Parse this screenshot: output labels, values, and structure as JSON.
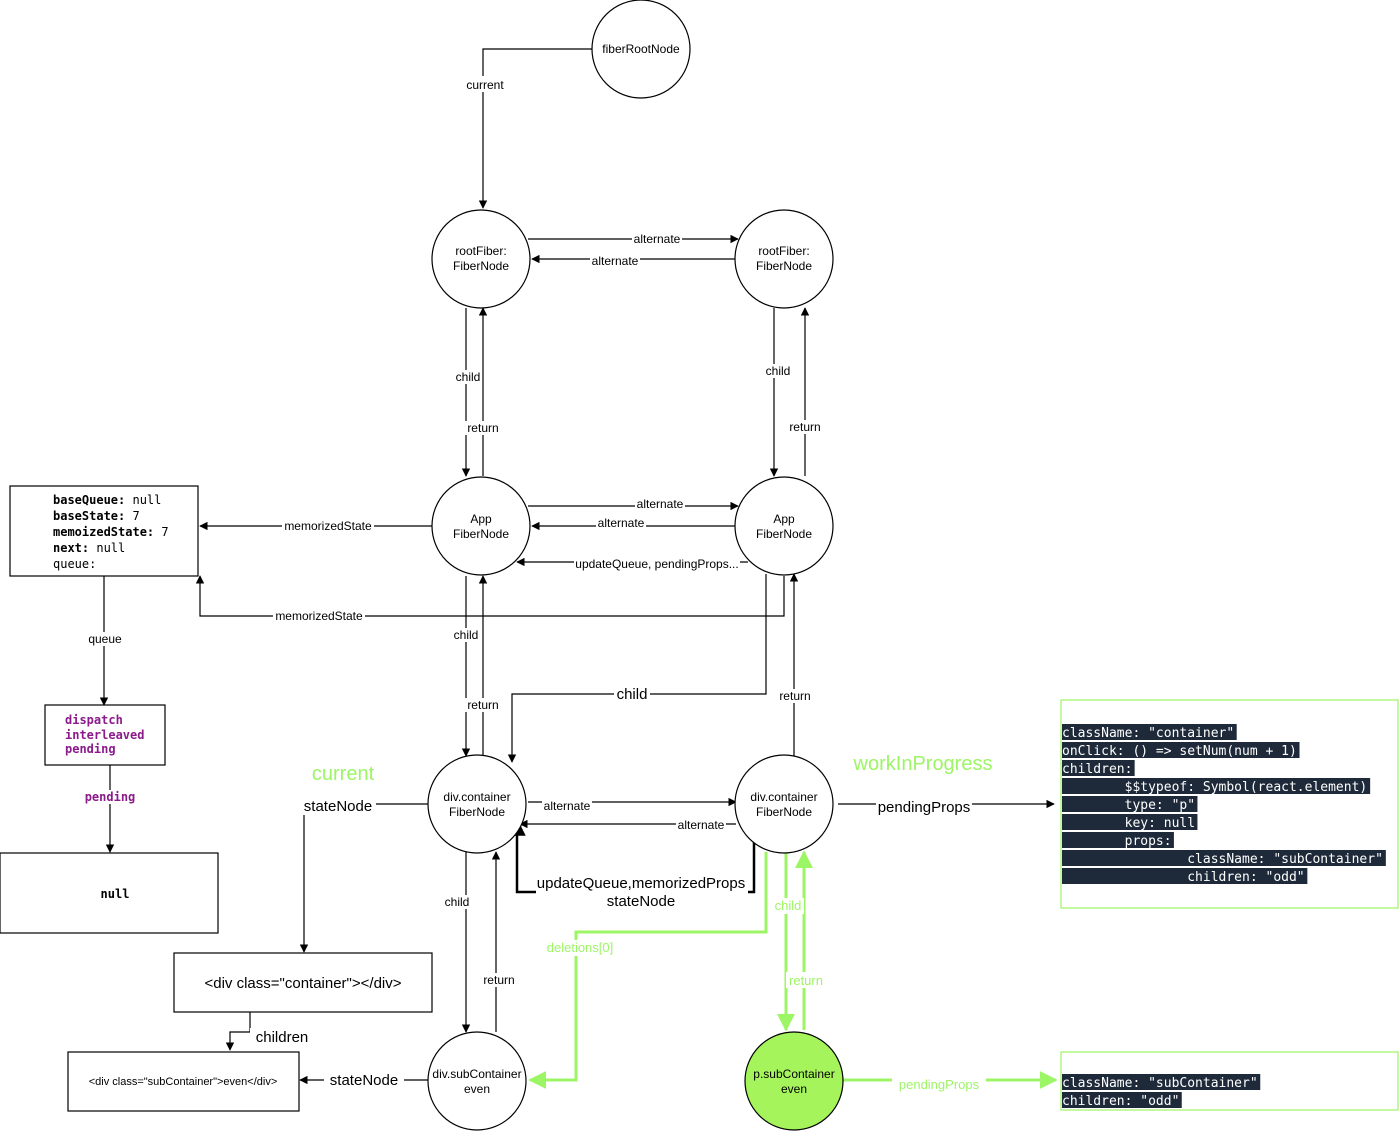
{
  "nodes": {
    "fiber_root": "fiberRootNode",
    "root_current_l1": "rootFiber:",
    "root_current_l2": "FiberNode",
    "root_wip_l1": "rootFiber:",
    "root_wip_l2": "FiberNode",
    "app_current_l1": "App",
    "app_current_l2": "FiberNode",
    "app_wip_l1": "App",
    "app_wip_l2": "FiberNode",
    "div_current_l1": "div.container",
    "div_current_l2": "FiberNode",
    "div_wip_l1": "div.container",
    "div_wip_l2": "FiberNode",
    "sub_current_l1": "div.subContainer",
    "sub_current_l2": "even",
    "p_wip_l1": "p.subContainer",
    "p_wip_l2": "even"
  },
  "edges": {
    "current": "current",
    "alternate": "alternate",
    "child": "child",
    "return": "return",
    "memorized_state": "memorizedState",
    "update_queue_pending": "updateQueue, pendingProps...",
    "queue": "queue",
    "pending": "pending",
    "state_node": "stateNode",
    "pending_props": "pendingProps",
    "update_queue_memo_l1": "updateQueue,memorizedProps",
    "update_queue_memo_l2": "stateNode",
    "children": "children",
    "deletions": "deletions[0]"
  },
  "trees": {
    "current": "current",
    "work_in_progress": "workInProgress"
  },
  "hook_box": {
    "base_queue_key": "baseQueue:",
    "base_queue_val": "null",
    "base_state_key": "baseState:",
    "base_state_val": "7",
    "memoized_state_key": "memoizedState:",
    "memoized_state_val": "7",
    "next_key": "next:",
    "next_val": "null",
    "queue_key": "queue:"
  },
  "queue_box": {
    "line1": "dispatch",
    "line2": "interleaved",
    "line3": "pending"
  },
  "null_box": "null",
  "dom": {
    "container": "<div class=\"container\"></div>",
    "sub_container": "<div class=\"subContainer\">even</div>"
  },
  "props_container": [
    "className: \"container\"",
    "onClick: () => setNum(num + 1)",
    "children:",
    "        $$typeof: Symbol(react.element)",
    "        type: \"p\"",
    "        key: null",
    "        props:",
    "                className: \"subContainer\"",
    "                children: \"odd\""
  ],
  "props_sub": [
    "className: \"subContainer\"",
    "children: \"odd\""
  ],
  "colors": {
    "green": "#9cf565",
    "purple": "#8b1a8b",
    "code_bg": "#1e2a3a"
  }
}
